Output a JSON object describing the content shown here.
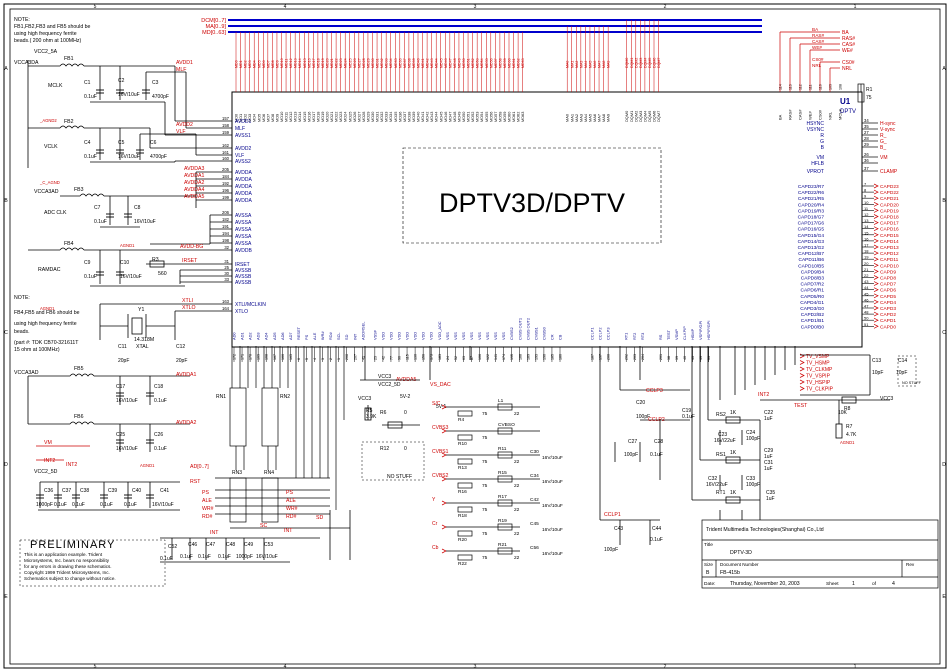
{
  "border": {
    "col_marks": [
      "5",
      "4",
      "3",
      "2",
      "1"
    ],
    "row_marks": [
      "A",
      "B",
      "C",
      "D",
      "E"
    ]
  },
  "notes": {
    "top_note": [
      "NOTE:",
      "FB1,FB2,FB3 and FB5 should be",
      "using high frequency ferrite",
      "beads.( 200 ohm at 100MHz)"
    ],
    "mid_note": [
      "NOTE:",
      "FB4,FB5 and FB6 should be",
      "using high frequency ferrite",
      "beads."
    ],
    "part_note": [
      "(part #: TDK CB70-321611T",
      "15 ohm at 100MHz)"
    ]
  },
  "chip": {
    "title": "DPTV3D/DPTV",
    "ref": "U1",
    "name": "DPTV"
  },
  "buses": {
    "dcm": "DCM[0..7]",
    "ma": "MA[0..9]",
    "md": "MD[0..63]"
  },
  "power": {
    "vcc2_5a": "VCC2_5A",
    "vcca3da": "VCCA3DA",
    "vcca3ad": "VCCA3AD",
    "vcca3ad2": "VCCA3AD",
    "vcc2_5d": "VCC2_5D",
    "vcc3": "VCC3",
    "vcc3b": "VCC3",
    "vcc2_5d_mid": "VCC2_5D",
    "five_v2": "5V-2",
    "five_v1": "5V-1"
  },
  "left_pins": [
    {
      "name": "AVDD1",
      "num": "157"
    },
    {
      "name": "MLF",
      "num": "158"
    },
    {
      "name": "AVSS1",
      "num": "159"
    },
    {
      "name": "AVDD2",
      "num": "162"
    },
    {
      "name": "VLF",
      "num": "161"
    },
    {
      "name": "AVSS2",
      "num": "160"
    },
    {
      "name": "AVDDA",
      "num": "205"
    },
    {
      "name": "AVDDA",
      "num": "184"
    },
    {
      "name": "AVDDA",
      "num": "192"
    },
    {
      "name": "AVDDA",
      "num": "196"
    },
    {
      "name": "AVDDA",
      "num": "199"
    },
    {
      "name": "AVSSA",
      "num": "206"
    },
    {
      "name": "AVSSA",
      "num": "182"
    },
    {
      "name": "AVSSA",
      "num": "191"
    },
    {
      "name": "AVSSA",
      "num": "194"
    },
    {
      "name": "AVSSA",
      "num": "198"
    },
    {
      "name": "AVDDB",
      "num": "32"
    },
    {
      "name": "IRSET",
      "num": "31"
    },
    {
      "name": "AVSSB",
      "num": "25"
    },
    {
      "name": "AVSSB",
      "num": "30"
    },
    {
      "name": "AVSSB",
      "num": "33"
    },
    {
      "name": "XTLI/MCLKIN",
      "num": "163"
    },
    {
      "name": "XTLO",
      "num": "164"
    }
  ],
  "left_nets": [
    {
      "name": "AVDD1"
    },
    {
      "name": "MLF"
    },
    {
      "name": "AVDD2"
    },
    {
      "name": "VLF"
    },
    {
      "name": "AVDDA3"
    },
    {
      "name": "AVDDA1"
    },
    {
      "name": "AVDDA2"
    },
    {
      "name": "AVDDA4"
    },
    {
      "name": "AVDDA5"
    },
    {
      "name": "AVDD-BG"
    },
    {
      "name": "IRSET"
    },
    {
      "name": "XTLI"
    },
    {
      "name": "XTLO"
    }
  ],
  "right_pins_top": [
    {
      "name": "HSYNC",
      "num": "34",
      "net": "H-sync"
    },
    {
      "name": "VSYNC",
      "num": "35",
      "net": "V-sync"
    },
    {
      "name": "R",
      "num": "27",
      "net": "R_"
    },
    {
      "name": "G",
      "num": "28",
      "net": "G_"
    },
    {
      "name": "B",
      "num": "29",
      "net": "B_"
    },
    {
      "name": "VM",
      "num": "26",
      "net": "VM"
    },
    {
      "name": "HFLB",
      "num": "36",
      "net": ""
    },
    {
      "name": "VPROT",
      "num": "37",
      "net": "CLAMP"
    }
  ],
  "cap_pins": [
    {
      "name": "CAPD23/R7",
      "num": "7",
      "net": "CAPD23"
    },
    {
      "name": "CAPD22/R6",
      "num": "8",
      "net": "CAPD22"
    },
    {
      "name": "CAPD21/R5",
      "num": "9",
      "net": "CAPD21"
    },
    {
      "name": "CAPD20/R4",
      "num": "10",
      "net": "CAPD20"
    },
    {
      "name": "CAPD19/R3",
      "num": "11",
      "net": "CAPD19"
    },
    {
      "name": "CAPD18/G7",
      "num": "12",
      "net": "CAPD18"
    },
    {
      "name": "CAPD17/G6",
      "num": "13",
      "net": "CAPD17"
    },
    {
      "name": "CAPD16/G5",
      "num": "14",
      "net": "CAPD16"
    },
    {
      "name": "CAPD15/G4",
      "num": "15",
      "net": "CAPD15"
    },
    {
      "name": "CAPD14/G3",
      "num": "16",
      "net": "CAPD14"
    },
    {
      "name": "CAPD13/G2",
      "num": "17",
      "net": "CAPD13"
    },
    {
      "name": "CAPD12/B7",
      "num": "18",
      "net": "CAPD12"
    },
    {
      "name": "CAPD11/B6",
      "num": "19",
      "net": "CAPD11"
    },
    {
      "name": "CAPD10/B5",
      "num": "20",
      "net": "CAPD10"
    },
    {
      "name": "CAPD9/B4",
      "num": "21",
      "net": "CAPD9"
    },
    {
      "name": "CAPD8/B3",
      "num": "22",
      "net": "CAPD8"
    },
    {
      "name": "CAPD7/R2",
      "num": "43",
      "net": "CAPD7"
    },
    {
      "name": "CAPD6/R1",
      "num": "44",
      "net": "CAPD6"
    },
    {
      "name": "CAPD5/R0",
      "num": "45",
      "net": "CAPD5"
    },
    {
      "name": "CAPD4/G1",
      "num": "46",
      "net": "CAPD4"
    },
    {
      "name": "CAPD3/G0",
      "num": "47",
      "net": "CAPD3"
    },
    {
      "name": "CAPD2/B2",
      "num": "48",
      "net": "CAPD2"
    },
    {
      "name": "CAPD1/B1",
      "num": "50",
      "net": "CAPD1"
    },
    {
      "name": "CAPD0/B0",
      "num": "51",
      "net": "CAPD0"
    }
  ],
  "top_right_pins": [
    {
      "name": "BA",
      "num": "114"
    },
    {
      "name": "RAS#",
      "num": "113"
    },
    {
      "name": "CAS#",
      "num": "112"
    },
    {
      "name": "WE#",
      "num": "111"
    },
    {
      "name": "CS0#",
      "num": "110"
    },
    {
      "name": "NRL",
      "num": "109"
    },
    {
      "name": "MCLK",
      "num": "108"
    }
  ],
  "ram_nets": [
    {
      "name": "BA"
    },
    {
      "name": "RAS#"
    },
    {
      "name": "CAS#"
    },
    {
      "name": "WE#"
    },
    {
      "name": "CS0#"
    },
    {
      "name": "NRL"
    }
  ],
  "md_pins": [
    "MD0",
    "MD1",
    "MD2",
    "MD3",
    "MD4",
    "MD5",
    "MD6",
    "MD7",
    "MD8",
    "MD9",
    "MD10",
    "MD11",
    "MD12",
    "MD13",
    "MD14",
    "MD15",
    "MD16",
    "MD17",
    "MD18",
    "MD19",
    "MD20",
    "MD21",
    "MD22",
    "MD23",
    "MD24",
    "MD25",
    "MD26",
    "MD27",
    "MD28",
    "MD29",
    "MD30",
    "MD31",
    "MD32",
    "MD33",
    "MD34",
    "MD35",
    "MD36",
    "MD37",
    "MD38",
    "MD39",
    "MD40",
    "MD41",
    "MD42",
    "MD43",
    "MD44",
    "MD45",
    "MD46",
    "MD47",
    "MD48",
    "MD49",
    "MD50",
    "MD51",
    "MD52",
    "MD53",
    "MD54",
    "MD55",
    "MD56",
    "MD57",
    "MD58",
    "MD59",
    "MD60",
    "MD61",
    "MD62",
    "MD63"
  ],
  "ma_pins": [
    "MA0",
    "MA1",
    "MA2",
    "MA3",
    "MA4",
    "MA5",
    "MA6",
    "MA7",
    "MA8",
    "MA9"
  ],
  "dqm_pins": [
    "DQM0",
    "DQM1",
    "DQM2",
    "DQM3",
    "DQM4",
    "DQM5",
    "DQM6",
    "DQM7"
  ],
  "bottom_pins": [
    {
      "name": "AD0",
      "num": "172"
    },
    {
      "name": "AD1",
      "num": "171"
    },
    {
      "name": "AD2",
      "num": "170"
    },
    {
      "name": "AD3",
      "num": "169"
    },
    {
      "name": "AD4",
      "num": "168"
    },
    {
      "name": "AD5",
      "num": "167"
    },
    {
      "name": "AD6",
      "num": "166"
    },
    {
      "name": "AD7",
      "num": "165"
    },
    {
      "name": "RESET",
      "num": "6"
    },
    {
      "name": "PS",
      "num": "5"
    },
    {
      "name": "ALE",
      "num": "4"
    },
    {
      "name": "WR#",
      "num": "3"
    },
    {
      "name": "RD#",
      "num": "2"
    },
    {
      "name": "SCL",
      "num": "1"
    },
    {
      "name": "SD",
      "num": "208"
    },
    {
      "name": "INT",
      "num": "207"
    },
    {
      "name": "ADDRSEL",
      "num": "41"
    },
    {
      "name": "VSSF",
      "num": "23"
    },
    {
      "name": "VDD",
      "num": "42"
    },
    {
      "name": "VDD",
      "num": "77"
    },
    {
      "name": "VDD",
      "num": "96"
    },
    {
      "name": "VDD",
      "num": "115"
    },
    {
      "name": "VDD",
      "num": "130"
    },
    {
      "name": "VDD",
      "num": "156"
    },
    {
      "name": "VDD",
      "num": "173"
    },
    {
      "name": "VDD_ADC",
      "num": "183"
    },
    {
      "name": "VSS",
      "num": "24"
    },
    {
      "name": "VSS",
      "num": "52"
    },
    {
      "name": "VSS",
      "num": "63"
    },
    {
      "name": "VSS",
      "num": "87"
    },
    {
      "name": "VSS",
      "num": "106"
    },
    {
      "name": "VSS",
      "num": "122"
    },
    {
      "name": "VSS",
      "num": "141"
    },
    {
      "name": "VSS",
      "num": "174"
    },
    {
      "name": "CVBS2",
      "num": "195"
    },
    {
      "name": "CVBS OUT1",
      "num": "188"
    },
    {
      "name": "CVBS OUT2",
      "num": "189"
    },
    {
      "name": "CVBS1",
      "num": "193"
    },
    {
      "name": "CVBS0",
      "num": "190"
    },
    {
      "name": "CR",
      "num": "185"
    },
    {
      "name": "CB",
      "num": "186"
    },
    {
      "name": "CCLP1",
      "num": "187"
    },
    {
      "name": "CCLP2",
      "num": "197"
    },
    {
      "name": "CCLP3",
      "num": "200"
    },
    {
      "name": "RT1",
      "num": "202"
    },
    {
      "name": "RT2",
      "num": "203"
    },
    {
      "name": "RT3",
      "num": "204"
    },
    {
      "name": "RS",
      "num": "201"
    },
    {
      "name": "TEST",
      "num": "38"
    },
    {
      "name": "VSMP",
      "num": "39"
    },
    {
      "name": "CLKPIP",
      "num": "40"
    },
    {
      "name": "HSMP",
      "num": "45"
    },
    {
      "name": "VSPIP/GPI",
      "num": "49"
    },
    {
      "name": "HSPIP/GPI",
      "num": "53"
    }
  ],
  "tv_nets": [
    "TV_VSMP",
    "TV_HSMP",
    "TV_CLKMP",
    "TV_VSPIP",
    "TV_HSPIP",
    "TV_CLKPIP"
  ],
  "components": {
    "fb": [
      "FB1",
      "FB2",
      "FB3",
      "FB4",
      "FB5",
      "FB6"
    ],
    "caps_left": [
      {
        "ref": "C1",
        "val": "0.1uF"
      },
      {
        "ref": "C2",
        "val": "16V/10uF"
      },
      {
        "ref": "C3",
        "val": "4700pF"
      },
      {
        "ref": "C4",
        "val": "0.1uF"
      },
      {
        "ref": "C5",
        "val": "16V/10uF"
      },
      {
        "ref": "C6",
        "val": "4700pF"
      },
      {
        "ref": "C7",
        "val": "0.1uF"
      },
      {
        "ref": "C8",
        "val": "16V/10uF"
      },
      {
        "ref": "C9",
        "val": "0.1uF"
      },
      {
        "ref": "C10",
        "val": "16V/10uF"
      },
      {
        "ref": "C11",
        "val": "20pF"
      },
      {
        "ref": "C12",
        "val": "20pF"
      },
      {
        "ref": "C17",
        "val": "16V/10uF"
      },
      {
        "ref": "C18",
        "val": "0.1uF"
      },
      {
        "ref": "C25",
        "val": "16V/10uF"
      },
      {
        "ref": "C26",
        "val": "0.1uF"
      }
    ],
    "bottom_caps": [
      {
        "ref": "C36",
        "val": "1000pF"
      },
      {
        "ref": "C37",
        "val": "0.1uF"
      },
      {
        "ref": "C38",
        "val": "0.1uF"
      },
      {
        "ref": "C39",
        "val": "0.1uF"
      },
      {
        "ref": "C40",
        "val": "0.1uF"
      },
      {
        "ref": "C41",
        "val": "16V/10uF"
      }
    ],
    "bottom_caps2": [
      {
        "ref": "C52",
        "val": "0.1uF"
      },
      {
        "ref": "C46",
        "val": "0.1uF"
      },
      {
        "ref": "C47",
        "val": "0.1uF"
      },
      {
        "ref": "C48",
        "val": "0.1uF"
      },
      {
        "ref": "C49",
        "val": "1000pF"
      },
      {
        "ref": "C53",
        "val": "16V/10uF"
      }
    ],
    "crystal": {
      "ref": "Y1",
      "val": "14.318M",
      "type": "XTAL"
    },
    "r3": {
      "ref": "R3",
      "val": "560"
    },
    "r1": {
      "ref": "R1",
      "val": "75"
    },
    "rn": [
      "RN1",
      "RN2",
      "RN3",
      "RN4"
    ],
    "labels_misc": {
      "mclk": "MCLK",
      "vclk": "VCLK",
      "adcclk": "ADC CLK",
      "ramdac": "RAMDAC",
      "agnd1": "AGND1",
      "agnd2": "_AGND2",
      "agnd3": "_C_AGND",
      "vm": "VM",
      "int2": "INT2",
      "int": "INT",
      "ad": "AD[0..7]",
      "rst": "RST",
      "ps": "PS",
      "ale": "ALE",
      "wr": "WR#",
      "rd": "RD#",
      "sc": "SC",
      "sd": "SD",
      "vs_dac": "VS_DAC",
      "avdda5": "AVDDA5",
      "vcc2_5d": "VCC2_5D",
      "avdda1": "AVDDA1",
      "avdda2": "AVDDA2",
      "no_stuff": "NO STUFF",
      "r5": "R5",
      "r5v": "3.9K",
      "r6": "R6",
      "r6v": "0",
      "r12": "R12",
      "r12v": "0",
      "r7": "R7",
      "r7v": "4.7K",
      "r8": "R8",
      "r8v": "10K",
      "rs": "RS",
      "test": "TEST"
    }
  },
  "video_inputs": {
    "svid": [
      {
        "label": "S/C",
        "ref": "R4",
        "val": "75",
        "r2": "L1",
        "r2v": "22"
      },
      {
        "label": "CVBS3",
        "ref": "R10",
        "val": "75",
        "r2": "CVBSO",
        "r2v": ""
      },
      {
        "label": "CVBS1",
        "ref": "R13",
        "val": "75",
        "r2": "R11",
        "r2v": "22"
      },
      {
        "label": "CVBS2",
        "ref": "R16",
        "val": "75",
        "r2": "R15",
        "r2v": "22"
      },
      {
        "label": "Y",
        "ref": "R18",
        "val": "75",
        "r2": "R17",
        "r2v": "22"
      },
      {
        "label": "Cr",
        "ref": "R20",
        "val": "75",
        "r2": "R19",
        "r2v": "22"
      },
      {
        "label": "Cb",
        "ref": "R22",
        "val": "75",
        "r2": "R21",
        "r2v": "22"
      }
    ],
    "caps": [
      {
        "ref": "C30",
        "val": "16V/10uF"
      },
      {
        "ref": "C34",
        "val": "16V/10uF"
      },
      {
        "ref": "C42",
        "val": "16V/10uF"
      },
      {
        "ref": "C45",
        "val": "16V/10uF"
      },
      {
        "ref": "C56",
        "val": "16V/10uF"
      }
    ]
  },
  "ccl": {
    "c19": "C19",
    "c19v": "0.1uF",
    "c20": "C20",
    "c20v": "100pF",
    "c27": "C27",
    "c27v": "100pF",
    "c28": "C28",
    "c28v": "0.1uF",
    "c43": "C43",
    "c43v": "100pF",
    "c44": "C44",
    "c44v": "0.1uF",
    "cclp1": "CCLP1",
    "cclp2": "CCLP2",
    "cclp3": "CCLP3"
  },
  "rt": {
    "rs2": "RS2",
    "rs2v": "1K",
    "rs1": "RS1",
    "rs1v": "1K",
    "rt1": "RT1",
    "rt1v": "1K",
    "c22": "C22",
    "c22v": "1uF",
    "c23": "C23",
    "c23v": "16V/22uF",
    "c24": "C24",
    "c24v": "100pF",
    "c29": "C29",
    "c29v": "1uF",
    "c31": "C31",
    "c31v": "1uF",
    "c32": "C32",
    "c32v": "16V/22uF",
    "c33": "C33",
    "c33v": "100pF",
    "c35": "C35",
    "c35v": "1uF"
  },
  "tv": {
    "c13": "C13",
    "c13v": "10pF",
    "c14": "C14",
    "c14v": "10pF",
    "nostuff": "NO STUFF"
  },
  "preliminary": {
    "title": "PRELIMINARY",
    "lines": [
      "This is an application example. Trident",
      "Microsystems, Inc. bears no responsibility",
      "for any errors in drawing these schematics.",
      "Copyright 1999 Trident Microsystems, Inc.",
      "Schematics subject to change without notice."
    ]
  },
  "title_block": {
    "company": "Trident Multimedia Technologies(Shanghai) Co.,Ltd",
    "title_label": "Title",
    "title": "DPTV-3D",
    "size_label": "Size",
    "size": "B",
    "docnum_label": "Document Number",
    "docnum": "FB-415b",
    "rev_label": "Rev",
    "date_label": "Date:",
    "date": "Thursday, November 20, 2003",
    "sheet_label": "Sheet",
    "sheet": "1",
    "of_label": "of",
    "of": "4"
  }
}
